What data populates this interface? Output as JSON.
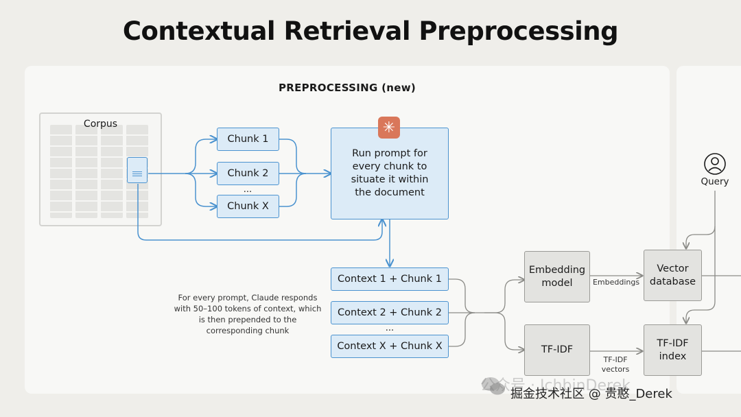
{
  "title": "Contextual Retrieval Preprocessing",
  "section_title": "PREPROCESSING (new)",
  "corpus": {
    "label": "Corpus"
  },
  "chunks": [
    "Chunk 1",
    "Chunk 2",
    "Chunk X"
  ],
  "ellipsis": "...",
  "prompt_box": {
    "text": "Run prompt for every chunk to situate it within the document",
    "badge_icon": "claude-sparkle-icon"
  },
  "contexts": [
    "Context 1 + Chunk 1",
    "Context 2 + Chunk 2",
    "Context X + Chunk X"
  ],
  "note": "For every prompt, Claude responds with 50–100 tokens of context, which is then prepended to the corresponding chunk",
  "embedding_model": {
    "label": "Embedding model"
  },
  "tfidf": {
    "label": "TF-IDF"
  },
  "vector_db": {
    "label": "Vector database"
  },
  "tfidf_index": {
    "label": "TF-IDF index"
  },
  "edge_labels": {
    "embeddings": "Embeddings",
    "tfidf_vectors": "TF-IDF vectors"
  },
  "query": {
    "label": "Query",
    "icon": "user-icon"
  },
  "watermark": {
    "main": "掘金技术社区 @ 贵憨_Derek",
    "ghost": "公众号 · IchbinDerek"
  },
  "colors": {
    "accent_blue": "#4a92cf",
    "blue_fill": "#dcebf7",
    "gray_fill": "#e3e3e0",
    "claude_orange": "#d9775a"
  }
}
